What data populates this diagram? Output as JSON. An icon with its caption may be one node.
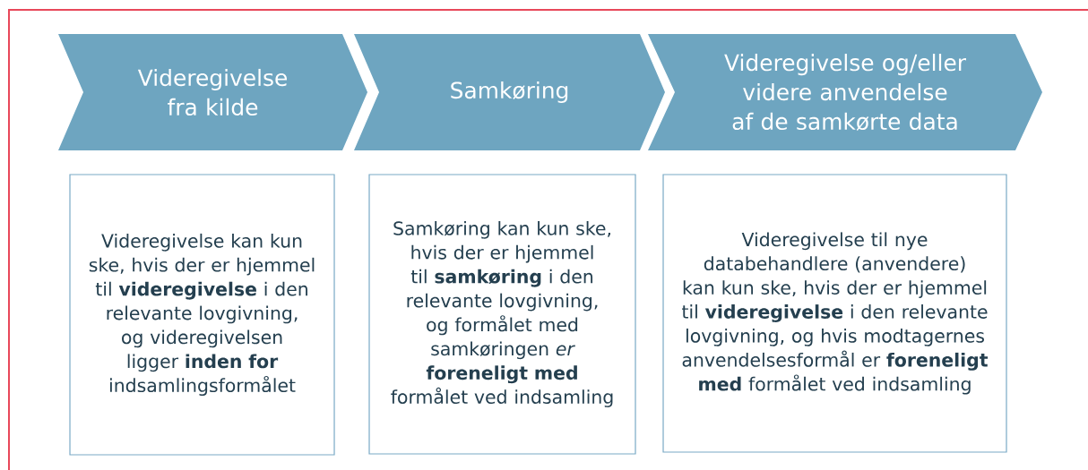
{
  "diagram": {
    "nodes": [
      {
        "text": [
          "Videregivelse fra kilde"
        ]
      },
      {
        "text": [
          "Samkøring"
        ]
      },
      {
        "text": [
          "Videregivelse og/eller videre anvendelse af de samkørte data"
        ]
      },
      {
        "text": [
          "Videregivelse kan kun ske, hvis der er hjemmel til **videregivelse** i den relevante lovgivning, og videregivelsen ligger **inden for** indsamlingsformålet"
        ]
      },
      {
        "text": [
          "Samkøring kan kun ske, hvis der er hjemmel til **samkøring** i den relevante lovgivning, og formålet med samkøringen *er* **foreneligt med** formålet ved indsamling"
        ]
      },
      {
        "text": [
          "Videregivelse til nye databehandlere (anvendere) kan kun ske, hvis der er hjemmel til **videregivelse** i den relevante lovgivning, og hvis modtagernes anvendelsesformål er **foreneligt med** formålet ved indsamling"
        ]
      }
    ]
  }
}
